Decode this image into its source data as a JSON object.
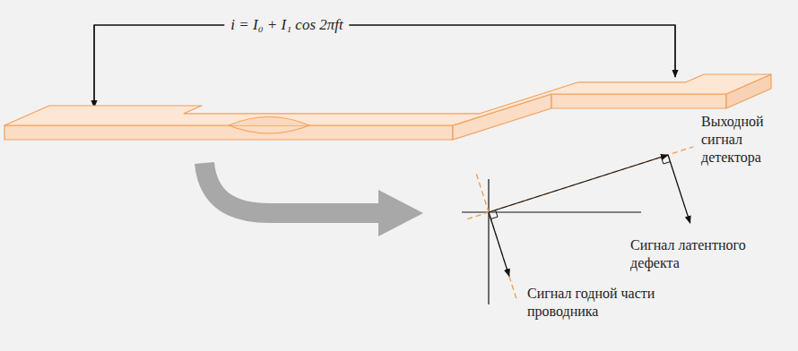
{
  "diagram": {
    "labels": [
      "i = I₀ + I₁ cos 2πft",
      "Выходной сигнал детектора",
      "Сигнал латентного дефекта",
      "Сигнал годной части проводника"
    ]
  }
}
